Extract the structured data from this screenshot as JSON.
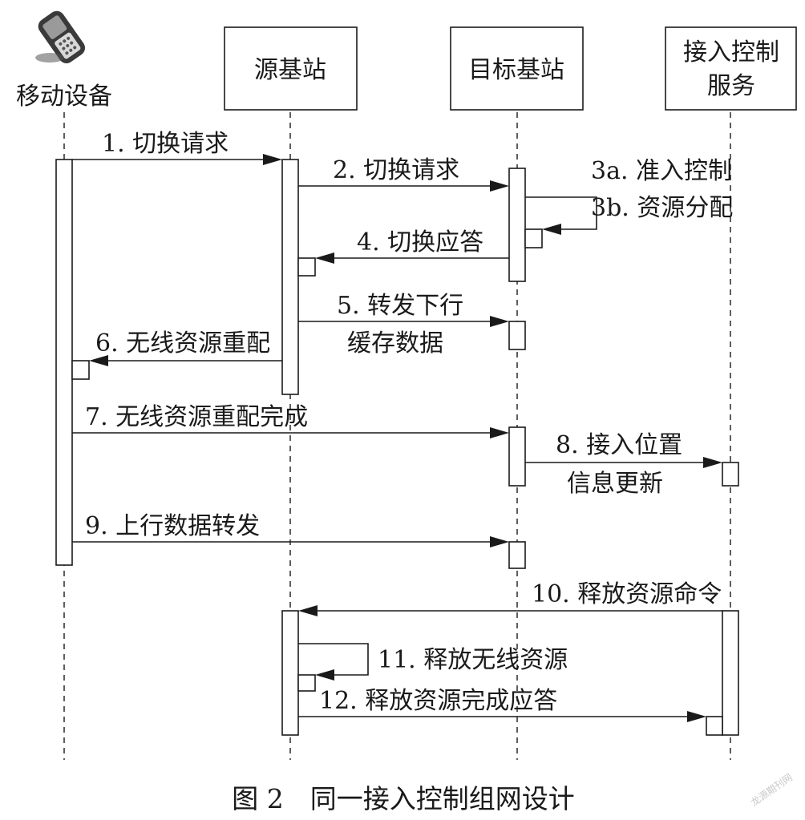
{
  "participants": {
    "mobile": "移动设备",
    "source": "源基站",
    "target": "目标基站",
    "access_l1": "接入控制",
    "access_l2": "服务"
  },
  "messages": {
    "m1": "1. 切换请求",
    "m2": "2. 切换请求",
    "m3a": "3a. 准入控制",
    "m3b": "3b. 资源分配",
    "m4": "4. 切换应答",
    "m5_l1": "5. 转发下行",
    "m5_l2": "缓存数据",
    "m6": "6. 无线资源重配",
    "m7": "7. 无线资源重配完成",
    "m8_l1": "8. 接入位置",
    "m8_l2": "信息更新",
    "m9": "9. 上行数据转发",
    "m10": "10. 释放资源命令",
    "m11": "11. 释放无线资源",
    "m12": "12. 释放资源完成应答"
  },
  "caption": "图 2　同一接入控制组网设计",
  "watermark": "龙源期刊网"
}
